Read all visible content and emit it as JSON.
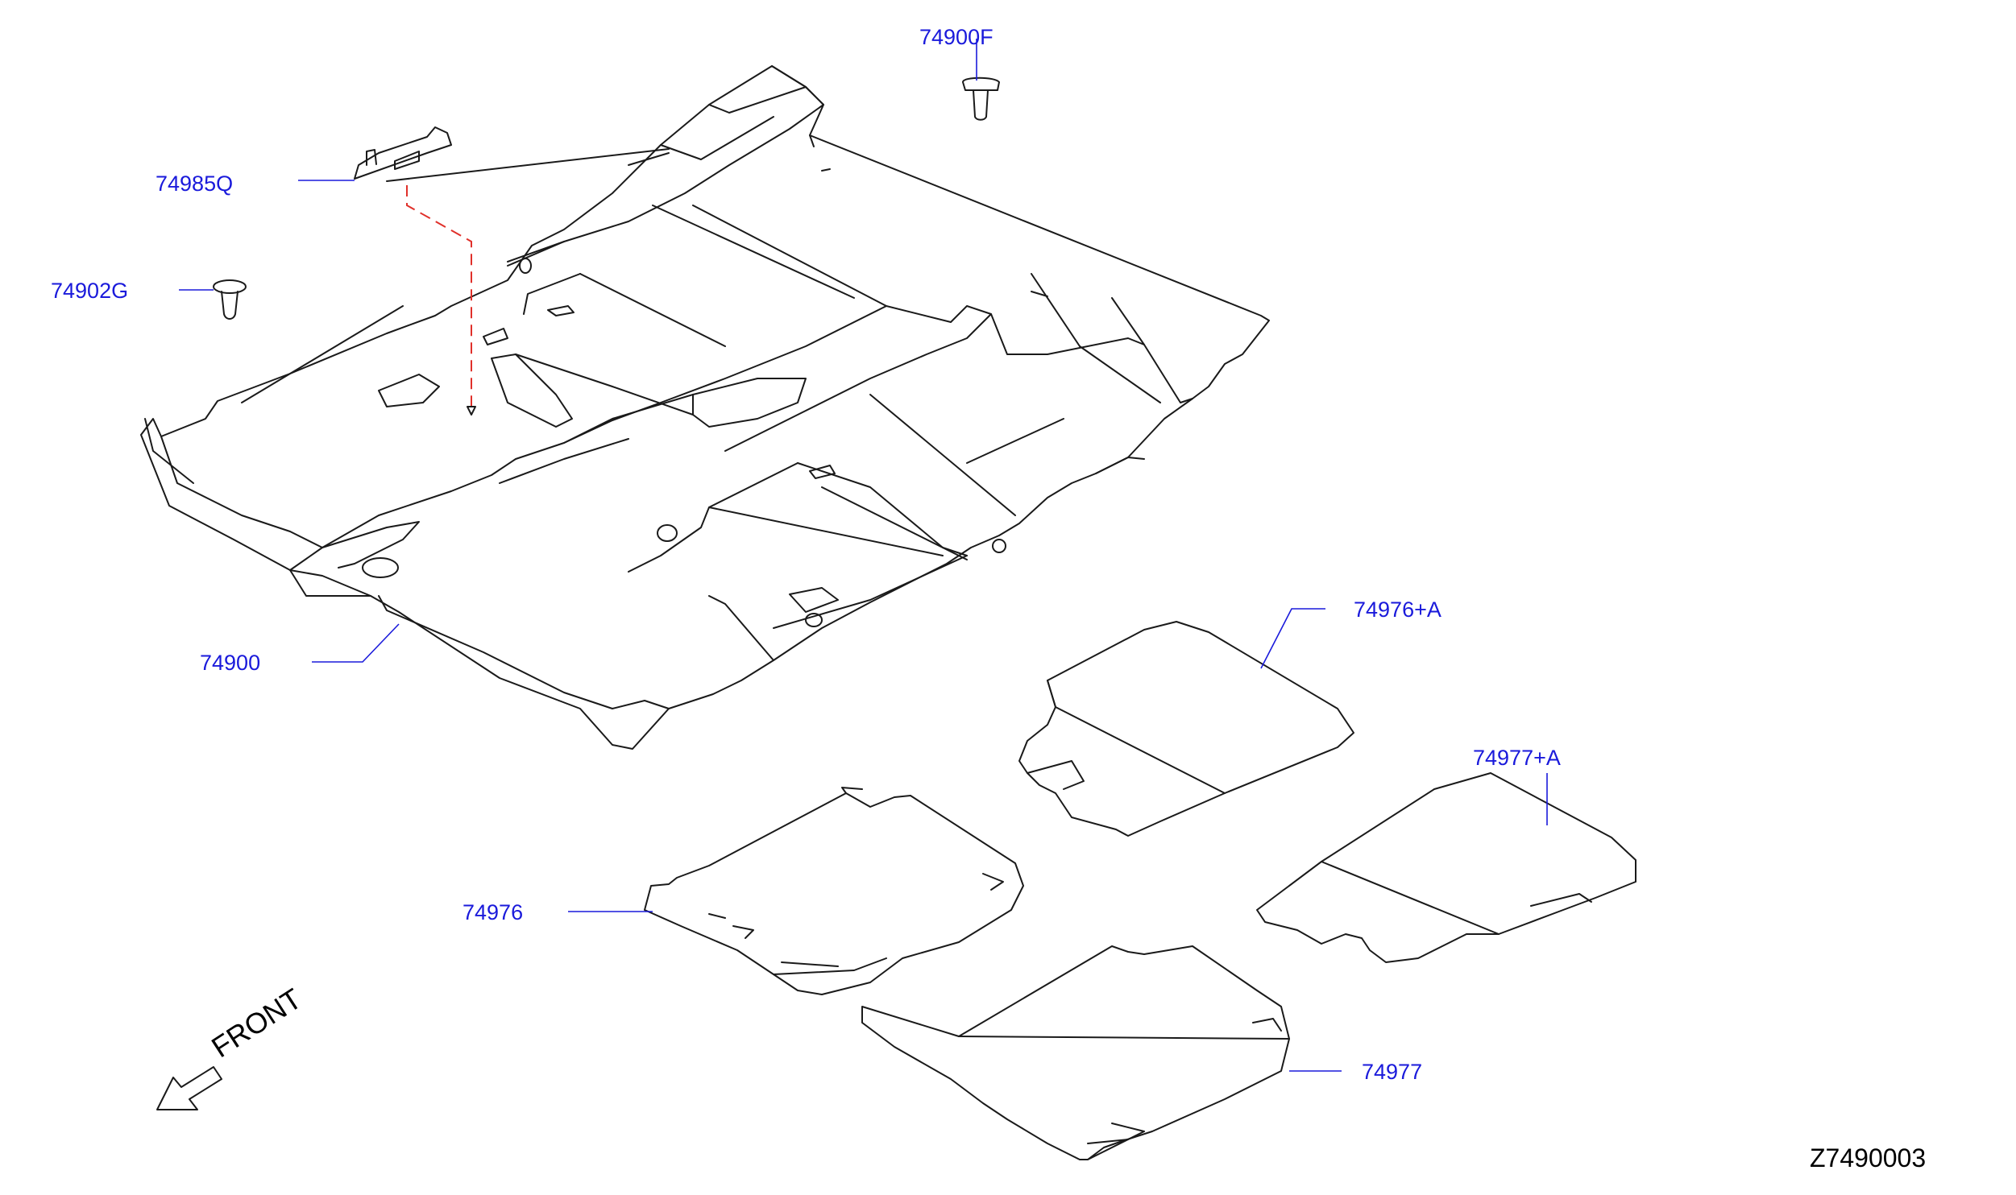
{
  "callouts": {
    "c74900F": "74900F",
    "c74985Q": "74985Q",
    "c74902G": "74902G",
    "c74900": "74900",
    "c74976A": "74976+A",
    "c74977A": "74977+A",
    "c74976": "74976",
    "c74977": "74977"
  },
  "front_label": "FRONT",
  "diagram_code": "Z7490003",
  "colors": {
    "callout": "#1a1adb",
    "line": "#1a1a1a",
    "dash": "#e0302a"
  }
}
